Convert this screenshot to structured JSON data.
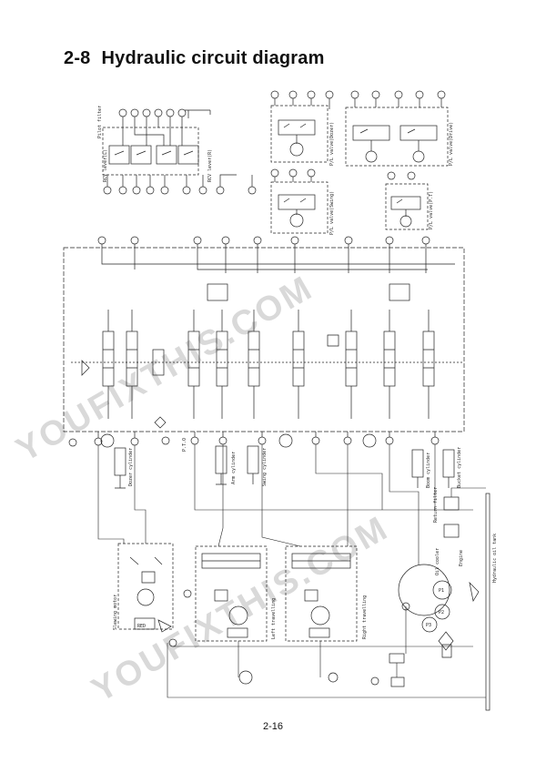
{
  "heading": {
    "number": "2-8",
    "title": "Hydraulic circuit diagram"
  },
  "page_number": "2-16",
  "watermark": "YOUFIXTHIS.COM",
  "components": {
    "pilot_filter": "Pilot filter",
    "rcv_left": "RCV lever(L)",
    "rcv_right": "RCV lever(R)",
    "pv_dozer": "P/L valve(Dozer)",
    "pv_swing": "P/L valve(Swing)",
    "pv_drive": "P/L valve(Drive)",
    "pv_pto": "P/L valve(P.T)",
    "dozer_cylinder": "Dozer cylinder",
    "arm_cylinder": "Arm cylinder",
    "swing_cylinder": "Swing cylinder",
    "boom_cylinder": "Boom cylinder",
    "bucket_cylinder": "Bucket cylinder",
    "swing_motor": "Slewing motor",
    "left_travel": "Left travelling",
    "right_travel": "Right travelling",
    "oil_cooler": "Oil cooler",
    "return_filter": "Return filter",
    "engine": "Engine",
    "hydraulic_oil_tank": "Hydraulic oil tank",
    "red_label": "RED",
    "pto_label": "P.T.O",
    "pump_p1": "P1",
    "pump_p2": "P2",
    "pump_p3": "P3"
  }
}
